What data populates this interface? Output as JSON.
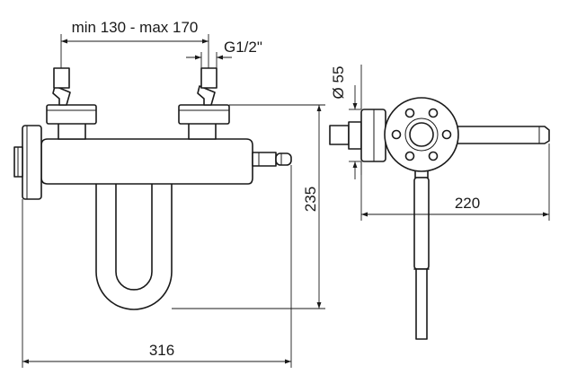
{
  "dimensions": {
    "spacing": "min 130 - max 170",
    "thread": "G1/2\"",
    "diameter": "Ø 55",
    "height": "235",
    "depth": "220",
    "width": "316"
  },
  "colors": {
    "line": "#1a1a1a",
    "background": "#ffffff"
  }
}
